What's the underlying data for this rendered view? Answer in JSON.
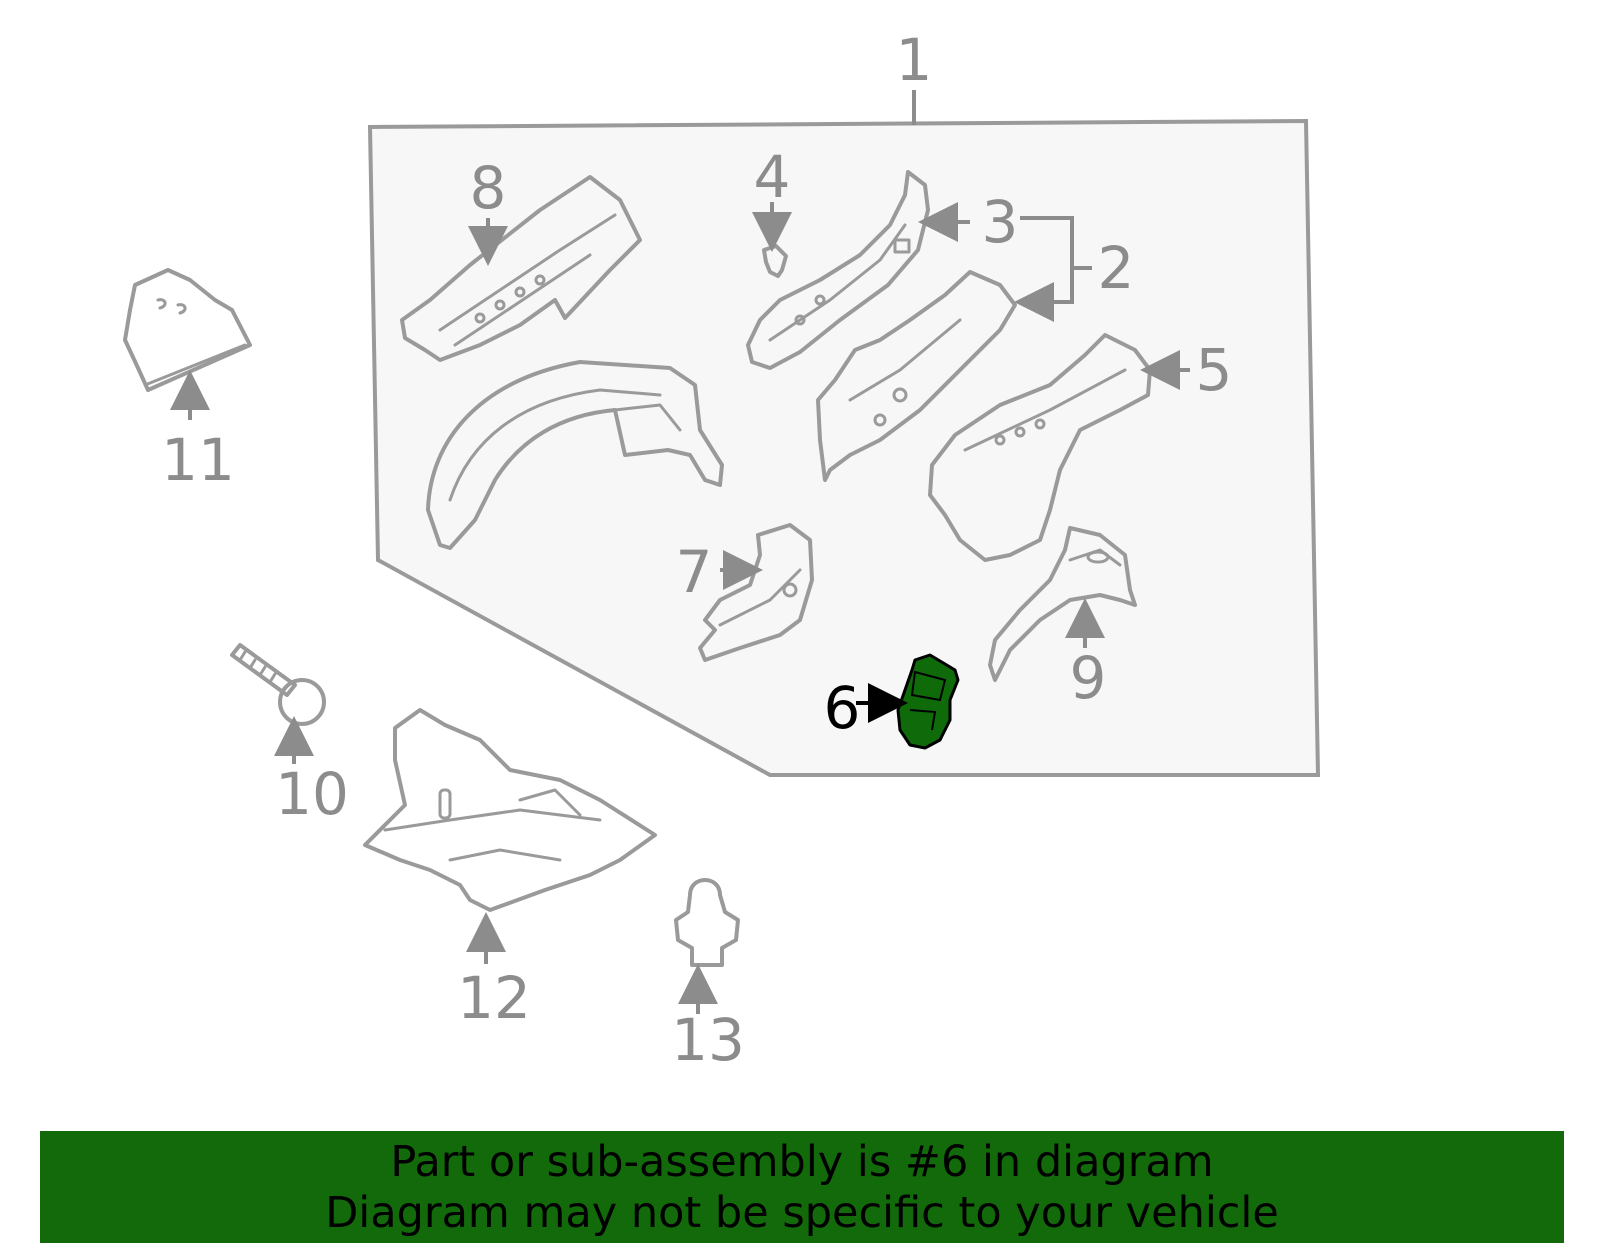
{
  "diagram": {
    "callouts": [
      {
        "id": "1",
        "label": "1"
      },
      {
        "id": "2",
        "label": "2"
      },
      {
        "id": "3",
        "label": "3"
      },
      {
        "id": "4",
        "label": "4"
      },
      {
        "id": "5",
        "label": "5"
      },
      {
        "id": "6",
        "label": "6"
      },
      {
        "id": "7",
        "label": "7"
      },
      {
        "id": "8",
        "label": "8"
      },
      {
        "id": "9",
        "label": "9"
      },
      {
        "id": "10",
        "label": "10"
      },
      {
        "id": "11",
        "label": "11"
      },
      {
        "id": "12",
        "label": "12"
      },
      {
        "id": "13",
        "label": "13"
      }
    ],
    "highlighted_part": "6",
    "colors": {
      "highlight": "#0f6a0a",
      "line": "#9a9a9a",
      "assembly_fill": "#f7f7f7",
      "banner": "#126a0b"
    }
  },
  "banner": {
    "line1": "Part or sub-assembly is #6 in diagram",
    "line2": "Diagram may not be specific to your vehicle"
  }
}
